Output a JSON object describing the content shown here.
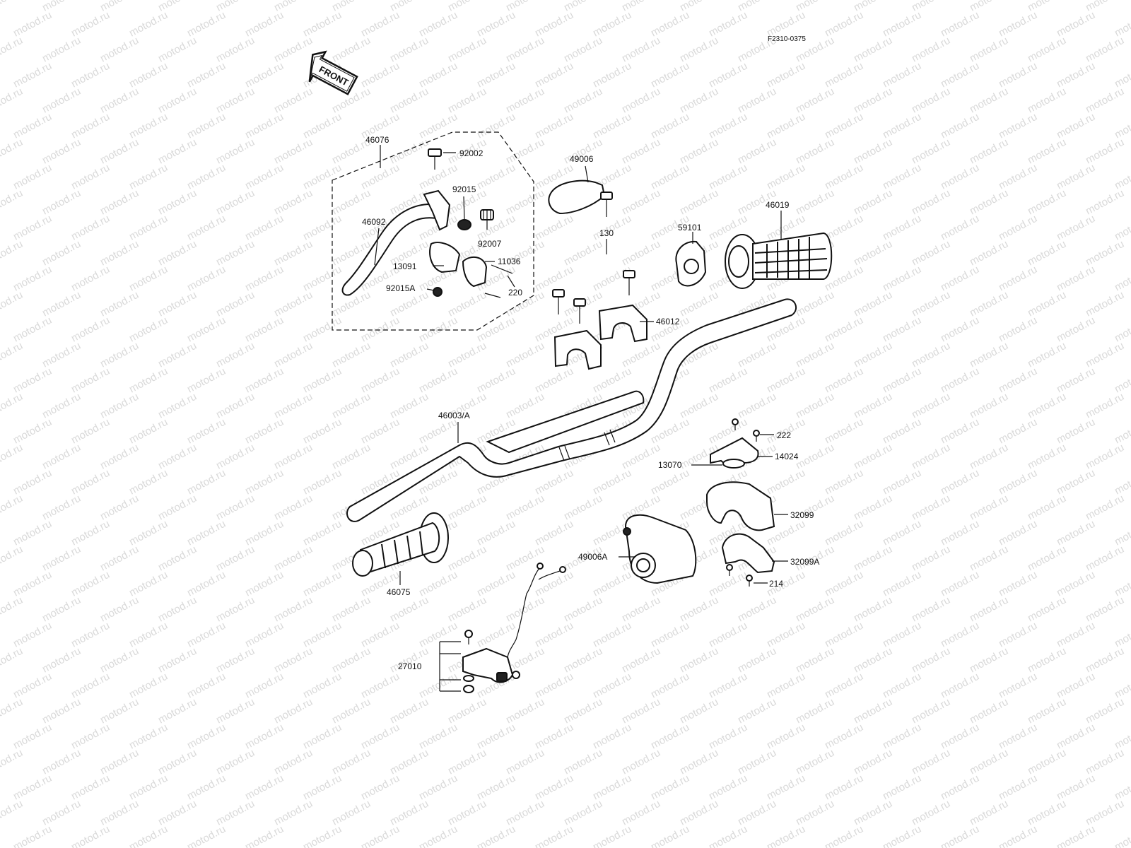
{
  "diagram": {
    "drawing_code": "F2310-0375",
    "front_label": "FRONT",
    "watermark": "motod.ru",
    "labels": {
      "l46076": "46076",
      "l92002": "92002",
      "l92015": "92015",
      "l46092": "46092",
      "l92007": "92007",
      "l13091": "13091",
      "l11036": "11036",
      "l92015A": "92015A",
      "l220": "220",
      "l49006": "49006",
      "l130": "130",
      "l59101": "59101",
      "l46019": "46019",
      "l46012": "46012",
      "l46003A": "46003/A",
      "l222": "222",
      "l13070": "13070",
      "l14024": "14024",
      "l32099": "32099",
      "l49006A": "49006A",
      "l32099A": "32099A",
      "l214": "214",
      "l46075": "46075",
      "l27010": "27010"
    }
  }
}
